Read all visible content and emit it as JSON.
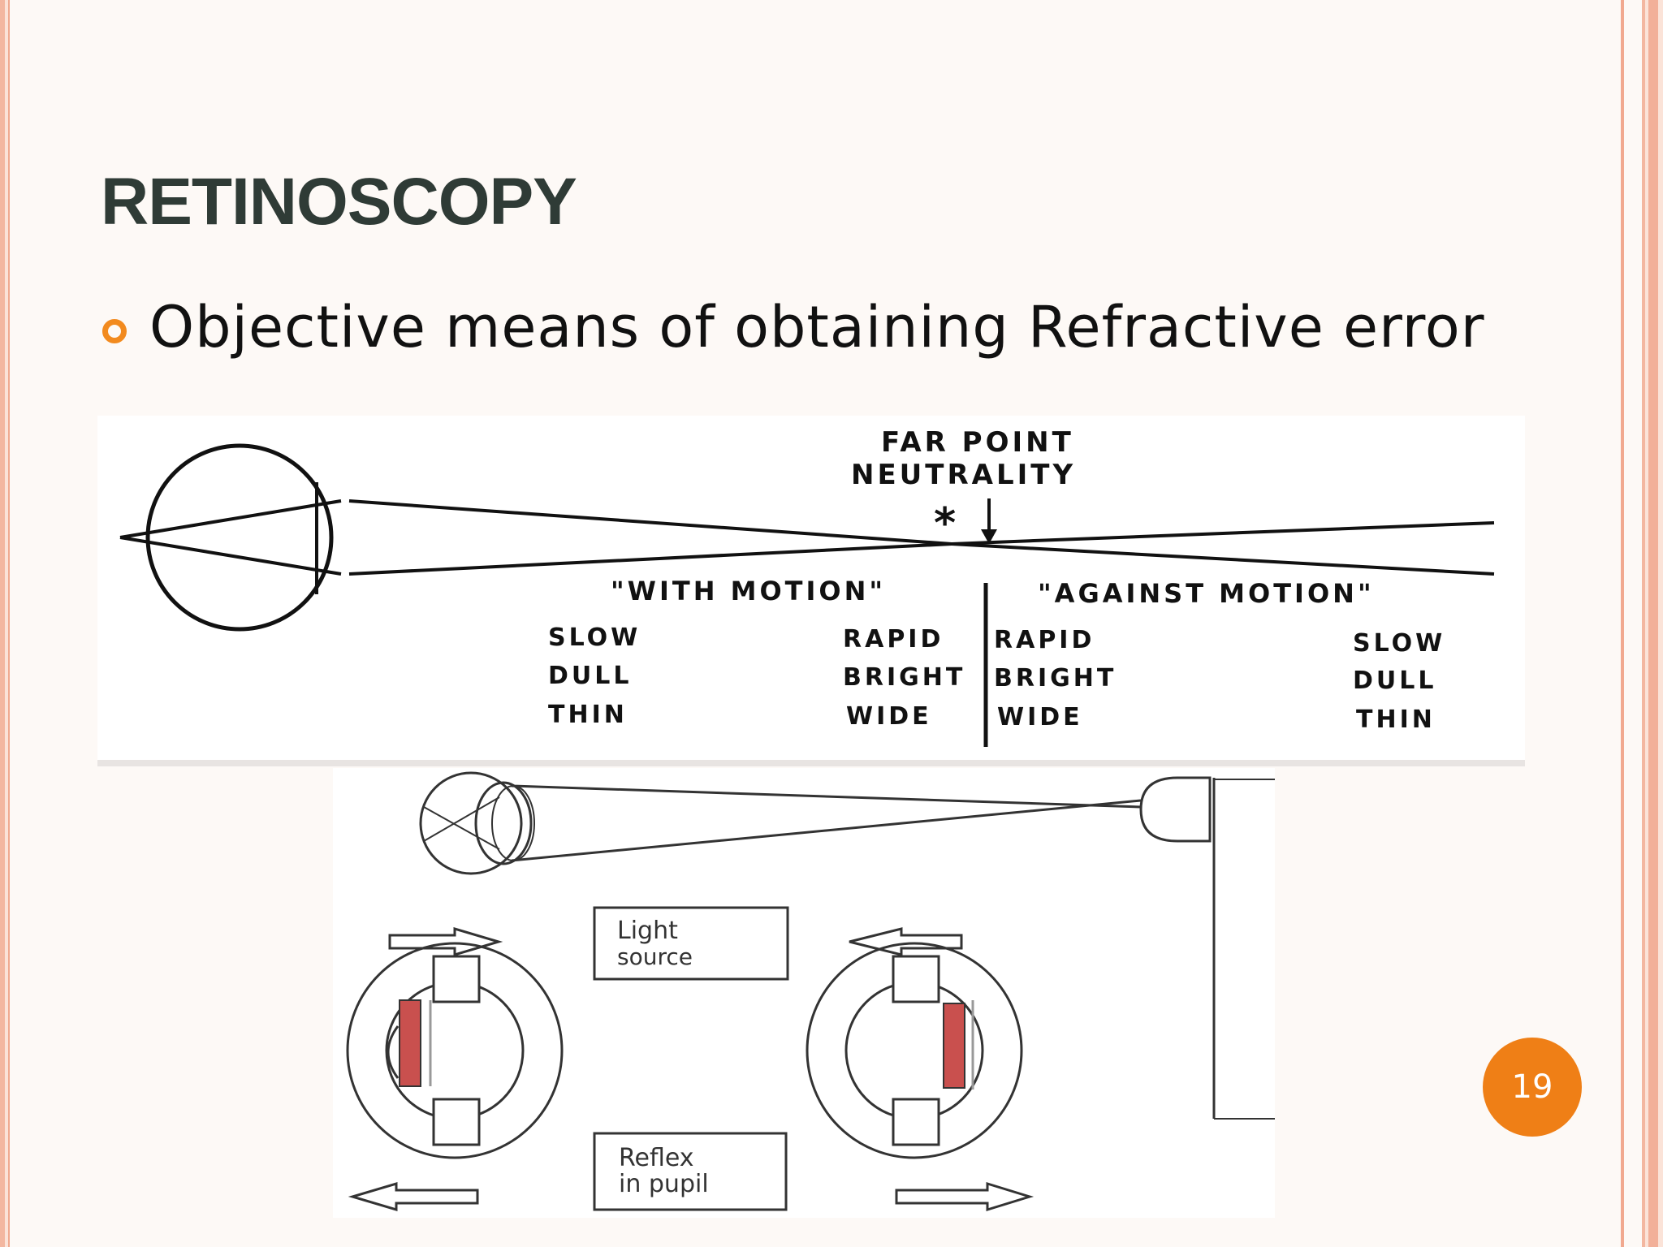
{
  "slide": {
    "title": "RETINOSCOPY",
    "bullet": "Objective means of obtaining Refractive error",
    "page_number": "19"
  },
  "figure_top": {
    "far_point_line1": "FAR POINT",
    "far_point_line2": "NEUTRALITY",
    "asterisk": "*",
    "with_motion": "\"WITH MOTION\"",
    "against_motion": "\"AGAINST MOTION\"",
    "left_col": [
      "SLOW",
      "DULL",
      "THIN"
    ],
    "mid_left_col": [
      "RAPID",
      "BRIGHT",
      "WIDE"
    ],
    "mid_right_col": [
      "RAPID",
      "BRIGHT",
      "WIDE"
    ],
    "right_col": [
      "SLOW",
      "DULL",
      "THIN"
    ]
  },
  "figure_bottom": {
    "light_source_line1": "Light",
    "light_source_line2": "source",
    "reflex_line1": "Reflex",
    "reflex_line2": "in pupil"
  },
  "colors": {
    "accent": "#ef7f16",
    "reflex_red": "#c9504e",
    "title": "#2f3b36"
  }
}
